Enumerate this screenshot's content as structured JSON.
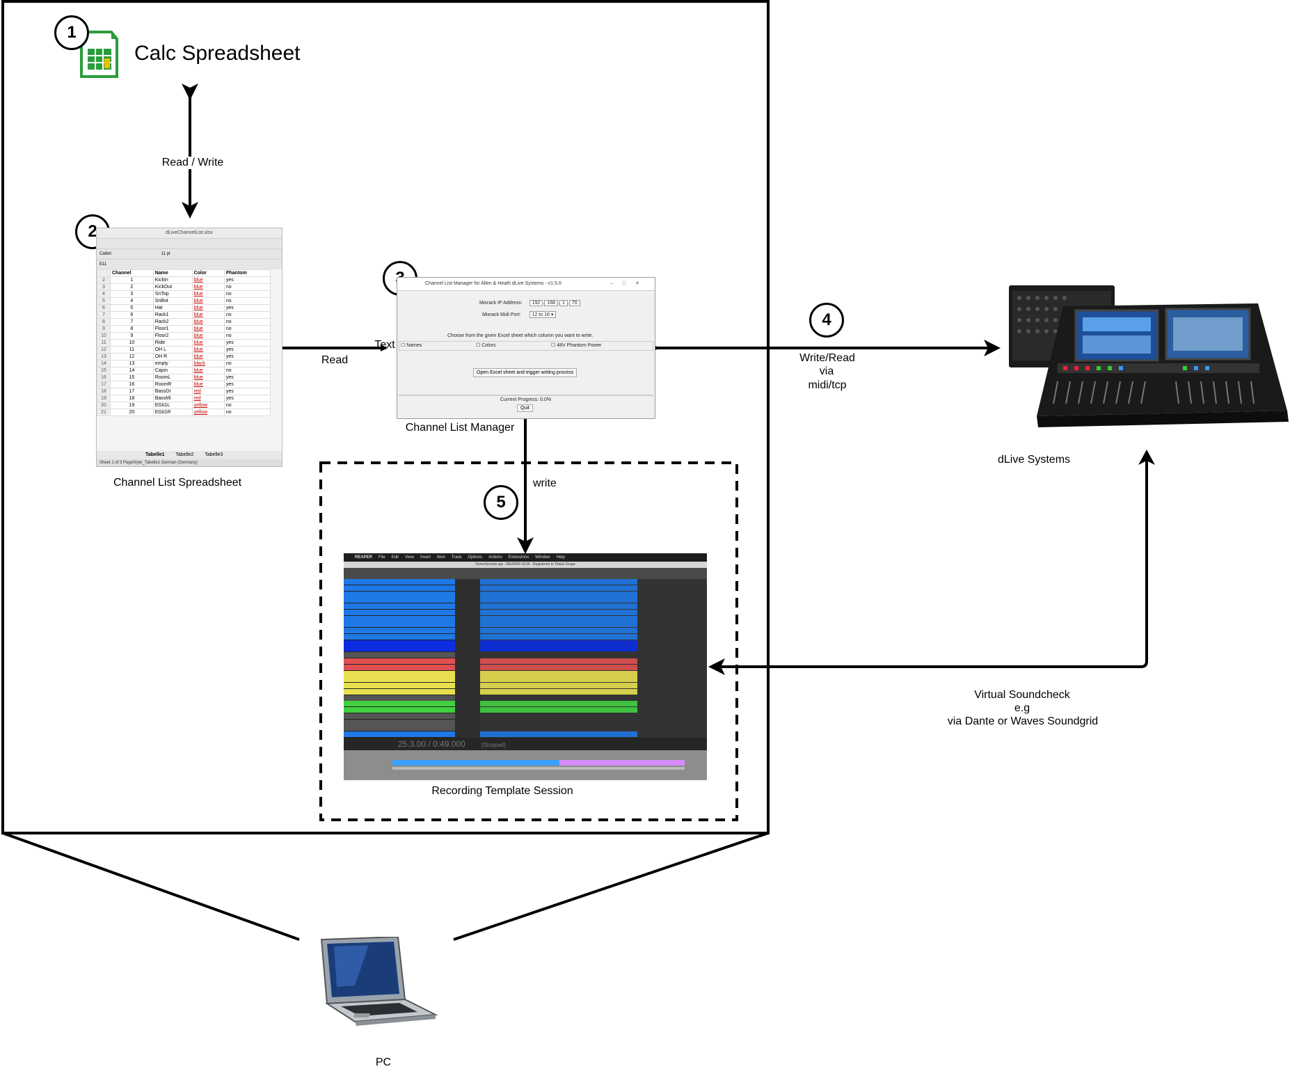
{
  "title": "Calc Spreadsheet",
  "markers": [
    "1",
    "2",
    "3",
    "4",
    "5"
  ],
  "labels": {
    "read_write": "Read / Write",
    "channel_list_spreadsheet": "Channel List Spreadsheet",
    "read": "Read",
    "text": "Text",
    "channel_list_manager": "Channel List Manager",
    "write": "write",
    "write_read": "Write/Read",
    "via": "via",
    "midi_tcp": "midi/tcp",
    "dlive_systems": "dLive Systems",
    "recording_template_session": "Recording Template Session",
    "virtual_soundcheck": "Virtual Soundcheck",
    "eg": "e.g",
    "via_dante": "via Dante or Waves Soundgrid",
    "pc": "PC"
  },
  "spreadsheet": {
    "window_title": "dLiveChannelList.xlsx",
    "font": "Calibri",
    "size": "11 pt",
    "cell_ref": "E11",
    "headers": [
      "Channel",
      "Name",
      "Color",
      "Phantom"
    ],
    "rows": [
      [
        "1",
        "KickIn",
        "blue",
        "yes"
      ],
      [
        "2",
        "KickOut",
        "blue",
        "no"
      ],
      [
        "3",
        "SnTop",
        "blue",
        "no"
      ],
      [
        "4",
        "SnBot",
        "blue",
        "no"
      ],
      [
        "5",
        "Hat",
        "blue",
        "yes"
      ],
      [
        "6",
        "Rack1",
        "blue",
        "no"
      ],
      [
        "7",
        "Rack2",
        "blue",
        "no"
      ],
      [
        "8",
        "Floor1",
        "blue",
        "no"
      ],
      [
        "9",
        "Floor2",
        "blue",
        "no"
      ],
      [
        "10",
        "Ride",
        "blue",
        "yes"
      ],
      [
        "11",
        "OH L",
        "blue",
        "yes"
      ],
      [
        "12",
        "OH R",
        "blue",
        "yes"
      ],
      [
        "13",
        "empty",
        "black",
        "no"
      ],
      [
        "14",
        "Cajon",
        "blue",
        "no"
      ],
      [
        "15",
        "RoomL",
        "blue",
        "yes"
      ],
      [
        "16",
        "RoomR",
        "blue",
        "yes"
      ],
      [
        "17",
        "BassDI",
        "red",
        "yes"
      ],
      [
        "18",
        "BassMi",
        "red",
        "yes"
      ],
      [
        "19",
        "EGit1L",
        "yellow",
        "no"
      ],
      [
        "20",
        "EGit1R",
        "yellow",
        "no"
      ]
    ],
    "tabs": [
      "Tabelle1",
      "Tabelle2",
      "Tabelle3"
    ],
    "status": "Sheet 1 of 3   PageStyle_Tabelle1   German (Germany)"
  },
  "manager": {
    "window_title": "Channel List Manager for Allen & Heath dLive Systems - v1.5.0",
    "ip_label": "Mixrack IP Address:",
    "ip": [
      "192",
      "168",
      "1",
      "70"
    ],
    "port_label": "Mixrack Midi Port:",
    "port": "12 to 16",
    "instruction": "Choose from the given Excel sheet which column you want to write.",
    "options": [
      "Names",
      "Colors",
      "48V Phantom Power"
    ],
    "open_button": "Open Excel sheet and trigger writing process",
    "progress": "Current Progress: 0.0%",
    "quit": "Quit"
  },
  "reaper": {
    "menu": [
      "REAPER",
      "File",
      "Edit",
      "View",
      "Insert",
      "Item",
      "Track",
      "Options",
      "Actions",
      "Extensions",
      "Window",
      "Help"
    ],
    "title": "DemoSession.rpp - REAPER v6.00 - Registered to Tobias Grupe",
    "transport": "25.3.00 / 0:49.000",
    "state": "[Stopped]",
    "track_colors": [
      "#1e78e6",
      "#1e78e6",
      "#1e78e6",
      "#1e78e6",
      "#1e78e6",
      "#1e78e6",
      "#1e78e6",
      "#1e78e6",
      "#1e78e6",
      "#1e78e6",
      "#0a2de0",
      "#0a2de0",
      "#555555",
      "#e05050",
      "#e05050",
      "#e8e050",
      "#e8e050",
      "#e8e050",
      "#e8e050",
      "#555555",
      "#40d040",
      "#40d040",
      "#555555",
      "#555555",
      "#555555",
      "#1e78e6"
    ]
  }
}
